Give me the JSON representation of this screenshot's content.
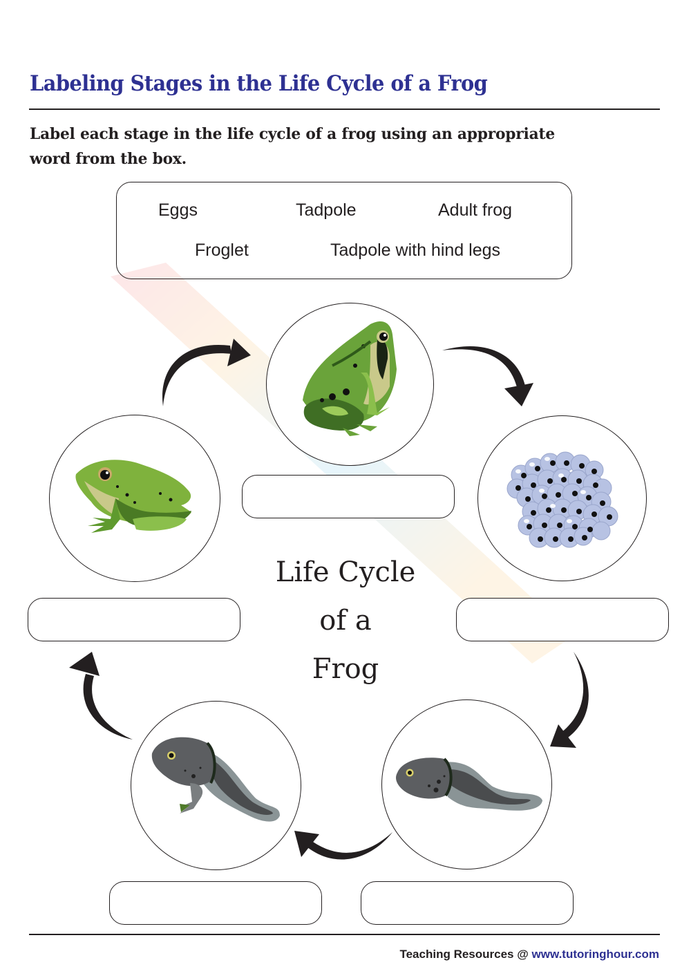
{
  "header": {
    "title": "Labeling Stages in the Life Cycle of a Frog",
    "instruction_line1": "Label each stage in the life cycle of a frog using an appropriate",
    "instruction_line2": "word from the box."
  },
  "word_bank": {
    "words": [
      "Eggs",
      "Tadpole",
      "Adult frog",
      "Froglet",
      "Tadpole with hind legs"
    ]
  },
  "diagram": {
    "center_title_line1": "Life Cycle",
    "center_title_line2": "of a",
    "center_title_line3": "Frog",
    "stages": [
      {
        "position": "top",
        "image": "adult-frog-illustration",
        "label_value": ""
      },
      {
        "position": "right",
        "image": "frog-eggs-illustration",
        "label_value": ""
      },
      {
        "position": "bottom-right",
        "image": "tadpole-illustration",
        "label_value": ""
      },
      {
        "position": "bottom-left",
        "image": "tadpole-with-legs-illustration",
        "label_value": ""
      },
      {
        "position": "left",
        "image": "froglet-illustration",
        "label_value": ""
      }
    ],
    "arrow_direction": "clockwise"
  },
  "footer": {
    "prefix": "Teaching Resources @ ",
    "url": "www.tutoringhour.com"
  },
  "colors": {
    "title_blue": "#2e3192",
    "text": "#231f20",
    "frog_green": "#6aa33a",
    "egg_blue": "#b7c2e3",
    "tadpole_gray": "#5c5e61"
  }
}
